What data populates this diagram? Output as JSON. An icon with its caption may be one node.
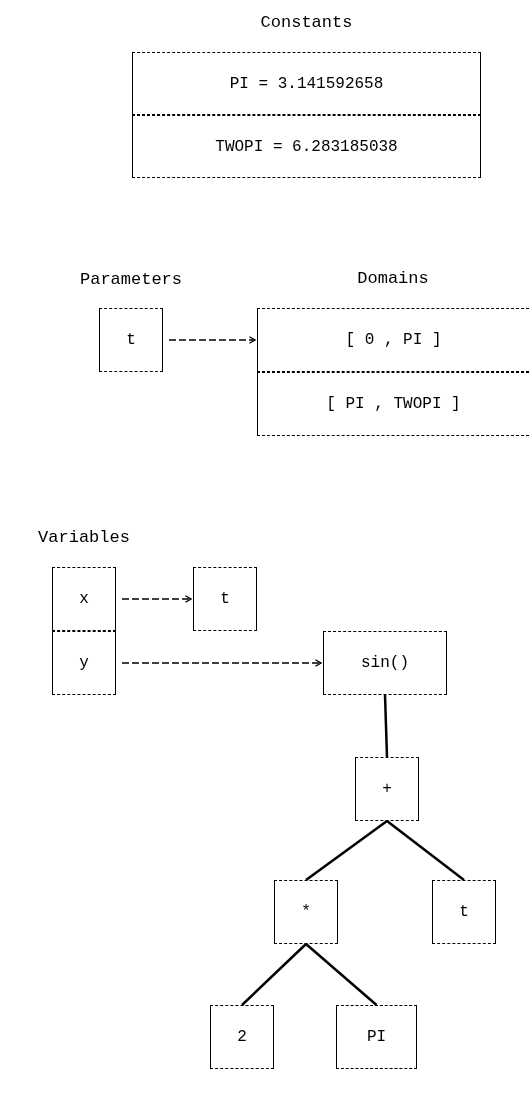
{
  "diagram": {
    "nodes": [
      {
        "text": [
          "Constants"
        ]
      },
      {
        "text": [
          "PI = 3.141592658"
        ],
        "in": 0
      },
      {
        "text": [
          "TWOPI = 6.283185038"
        ],
        "in": 0
      },
      {
        "text": [
          "Parameters",
          "t"
        ]
      },
      {
        "text": [
          "Domains"
        ]
      },
      {
        "text": [
          "[ 0 , PI ]"
        ],
        "in": 4
      },
      {
        "text": [
          "[ PI , TWOPI ]"
        ],
        "in": 4
      },
      {
        "text": [
          "Variables"
        ]
      },
      {
        "text": [
          "x"
        ],
        "in": 7
      },
      {
        "text": [
          "y"
        ],
        "in": 7
      },
      {
        "text": [
          "t"
        ]
      },
      {
        "text": [
          "sin()"
        ]
      },
      {
        "text": [
          "+"
        ]
      },
      {
        "text": [
          "*"
        ]
      },
      {
        "text": [
          "t"
        ]
      },
      {
        "text": [
          "2"
        ]
      },
      {
        "text": [
          "PI"
        ]
      }
    ],
    "edges": [
      {
        "from": 3,
        "to": 5,
        "arrow": "to",
        "style": "dashed"
      },
      {
        "from": 8,
        "to": 10,
        "arrow": "to",
        "style": "dashed"
      },
      {
        "from": 9,
        "to": 11,
        "arrow": "to",
        "style": "dashed"
      },
      {
        "from": 11,
        "to": 12,
        "arrow": "none"
      },
      {
        "from": 12,
        "to": 13,
        "arrow": "none"
      },
      {
        "from": 12,
        "to": 14,
        "arrow": "none"
      },
      {
        "from": 13,
        "to": 15,
        "arrow": "none"
      },
      {
        "from": 13,
        "to": 16,
        "arrow": "none"
      }
    ]
  }
}
